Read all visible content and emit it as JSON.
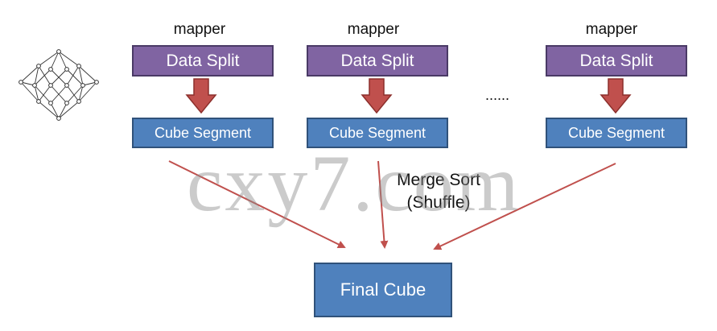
{
  "mappers": [
    {
      "label": "mapper",
      "split": "Data Split",
      "segment": "Cube Segment"
    },
    {
      "label": "mapper",
      "split": "Data Split",
      "segment": "Cube Segment"
    },
    {
      "label": "mapper",
      "split": "Data Split",
      "segment": "Cube Segment"
    }
  ],
  "ellipsis": "......",
  "merge": {
    "line1": "Merge Sort",
    "line2": "(Shuffle)"
  },
  "final": "Final Cube",
  "watermark": "cxy7.com",
  "colors": {
    "split": "#8064a2",
    "segment": "#4f81bd",
    "arrow": "#c0504d"
  },
  "icons": [
    "lattice-icon"
  ]
}
